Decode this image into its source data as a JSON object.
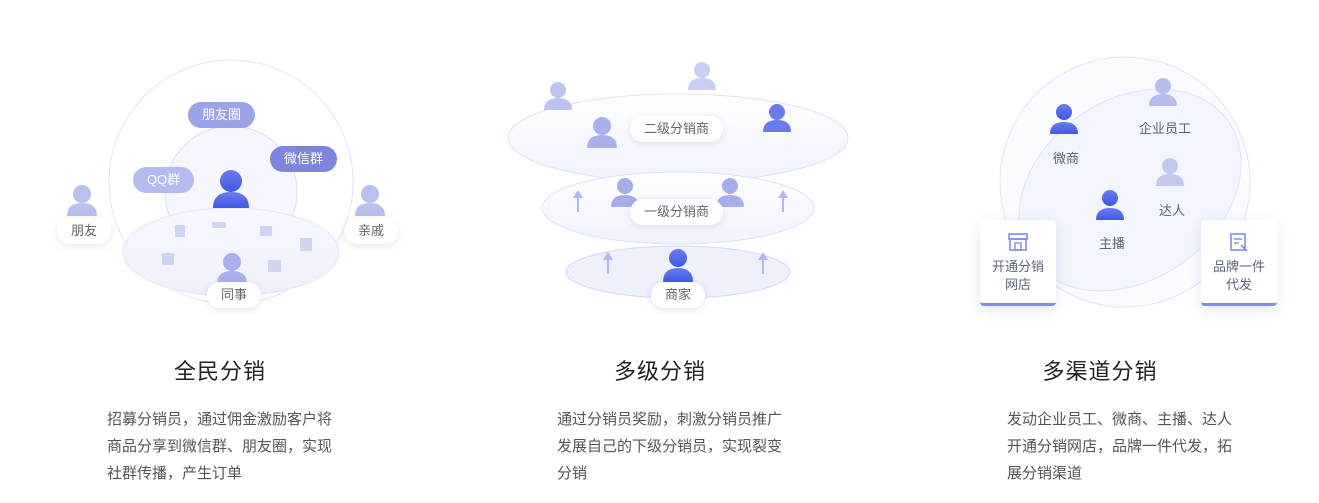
{
  "sections": [
    {
      "title": "全民分销",
      "desc_lines": [
        "招募分销员，通过佣金激励客户将",
        "商品分享到微信群、朋友圈，实现",
        "社群传播，产生订单"
      ],
      "labels": {
        "pengyouquan": "朋友圈",
        "weixinqun": "微信群",
        "qqqun": "QQ群",
        "pengyou": "朋友",
        "qinqi": "亲戚",
        "tongshi": "同事"
      }
    },
    {
      "title": "多级分销",
      "desc_lines": [
        "通过分销员奖励，刺激分销员推广",
        "发展自己的下级分销员，实现裂变",
        "分销"
      ],
      "labels": {
        "level2": "二级分销商",
        "level1": "一级分销商",
        "merchant": "商家"
      }
    },
    {
      "title": "多渠道分销",
      "desc_lines": [
        "发动企业员工、微商、主播、达人",
        "开通分销网店，品牌一件代发，拓",
        "展分销渠道"
      ],
      "labels": {
        "weishang": "微商",
        "employee": "企业员工",
        "influencer": "达人",
        "streamer": "主播",
        "card_store_1": "开通分销",
        "card_store_2": "网店",
        "card_brand_1": "品牌一件",
        "card_brand_2": "代发"
      }
    }
  ],
  "colors": {
    "person_light": "#b3bbee",
    "person_mid": "#9ea8e8",
    "person_dark": "#5a6fe6",
    "accent": "#7e8de8"
  },
  "icons": [
    "person-icon",
    "store-icon",
    "brand-icon",
    "arrow-up-icon",
    "product-icon"
  ]
}
